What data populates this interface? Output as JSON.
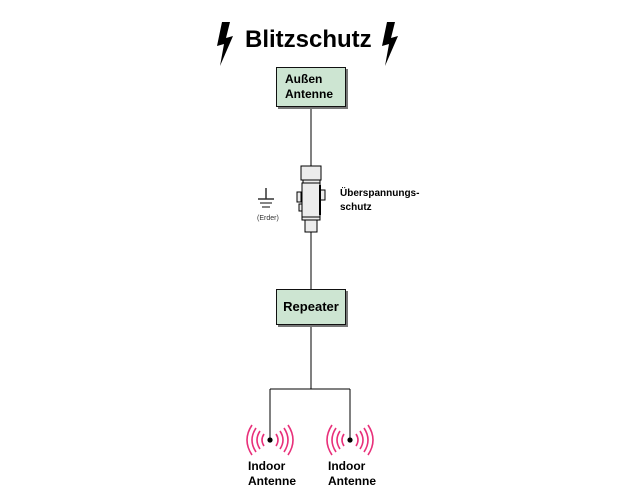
{
  "title": "Blitzschutz",
  "nodes": {
    "outdoor_antenna": "Außen\nAntenne",
    "outdoor_antenna_line1": "Außen",
    "outdoor_antenna_line2": "Antenne",
    "surge_protector_line1": "Überspannungs-",
    "surge_protector_line2": "schutz",
    "ground_label": "(Erder)",
    "repeater": "Repeater",
    "indoor_antenna_1_line1": "Indoor",
    "indoor_antenna_1_line2": "Antenne",
    "indoor_antenna_2_line1": "Indoor",
    "indoor_antenna_2_line2": "Antenne"
  },
  "icons": {
    "lightning_left": "lightning-bolt-icon",
    "lightning_right": "lightning-bolt-icon",
    "ground": "ground-symbol-icon",
    "surge_protector": "surge-protector-icon",
    "indoor_antenna": "radiating-antenna-icon"
  },
  "colors": {
    "box_fill": "#cde5d2",
    "signal_waves": "#e8307a",
    "line": "#000000"
  }
}
